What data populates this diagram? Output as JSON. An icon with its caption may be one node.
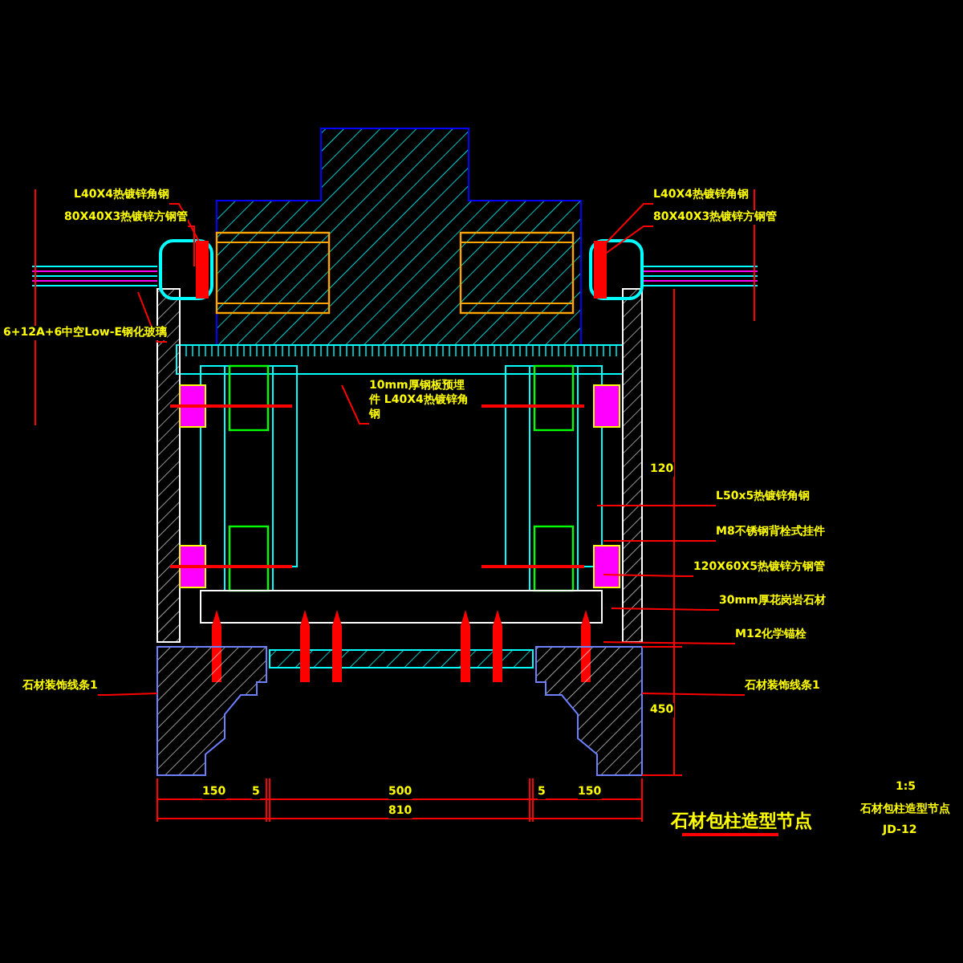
{
  "diagram": {
    "title": "石材包柱造型节点",
    "nodes": [
      {
        "text": [
          "L40X4热镀锌角钢"
        ]
      },
      {
        "text": [
          "80X40X3热镀锌方钢管"
        ]
      },
      {
        "text": [
          "6+12A+6中空Low-E钢化玻璃"
        ]
      },
      {
        "text": [
          "L40X4热镀锌角钢"
        ]
      },
      {
        "text": [
          "80X40X3热镀锌方钢管"
        ]
      },
      {
        "text": [
          "10mm厚钢板预埋件 L40X4热镀锌角钢"
        ]
      },
      {
        "text": [
          "L50x5热镀锌角钢"
        ]
      },
      {
        "text": [
          "M8不锈钢背栓式挂件"
        ]
      },
      {
        "text": [
          "120X60X5热镀锌方钢管"
        ]
      },
      {
        "text": [
          "30mm厚花岗岩石材"
        ]
      },
      {
        "text": [
          "M12化学锚栓"
        ]
      },
      {
        "text": [
          "石材装饰线条1"
        ]
      },
      {
        "text": [
          "石材装饰线条1"
        ]
      }
    ],
    "edges": [
      {
        "from": 0,
        "to": null,
        "arrow": "none"
      },
      {
        "from": 1,
        "to": null,
        "arrow": "none"
      },
      {
        "from": 2,
        "to": null,
        "arrow": "none"
      },
      {
        "from": 3,
        "to": null,
        "arrow": "none"
      },
      {
        "from": 4,
        "to": null,
        "arrow": "none"
      },
      {
        "from": 5,
        "to": null,
        "arrow": "none"
      },
      {
        "from": 6,
        "to": null,
        "arrow": "none"
      },
      {
        "from": 7,
        "to": null,
        "arrow": "none"
      },
      {
        "from": 8,
        "to": null,
        "arrow": "none"
      },
      {
        "from": 9,
        "to": null,
        "arrow": "none"
      },
      {
        "from": 10,
        "to": null,
        "arrow": "none"
      },
      {
        "from": 11,
        "to": null,
        "arrow": "none"
      },
      {
        "from": 12,
        "to": null,
        "arrow": "none"
      }
    ],
    "labels": [
      "120",
      "450",
      "150",
      "5",
      "500",
      "5",
      "150",
      "810",
      "1:5",
      "石材包柱造型节点",
      "JD-12"
    ]
  }
}
